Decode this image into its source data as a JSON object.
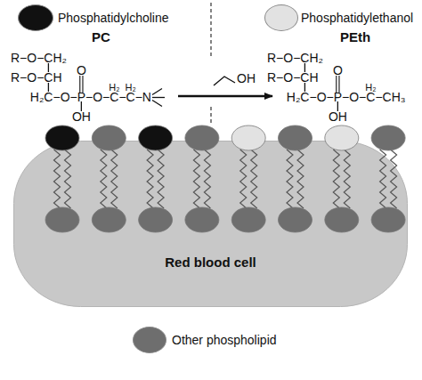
{
  "diagram": {
    "nodes": [
      {
        "text": [
          "Red blood cell"
        ]
      }
    ],
    "labels": [
      "PC",
      "PEth",
      "R−O−CH₂",
      "R−O−CH",
      "O",
      "H₂C−O−P−O−C−C−N",
      "H₂",
      "H₂",
      "OH",
      "OH",
      "R−O−CH₂",
      "R−O−CH",
      "O",
      "H₂C−O−P−O−C−CH₃",
      "H₂",
      "OH"
    ],
    "legend": [
      {
        "text": "Phosphatidylcholine",
        "color": "#111111"
      },
      {
        "text": "Phosphatidylethanol",
        "color": "#e2e2e2"
      },
      {
        "text": "Other phospholipid",
        "color": "#6e6e6e"
      }
    ]
  }
}
